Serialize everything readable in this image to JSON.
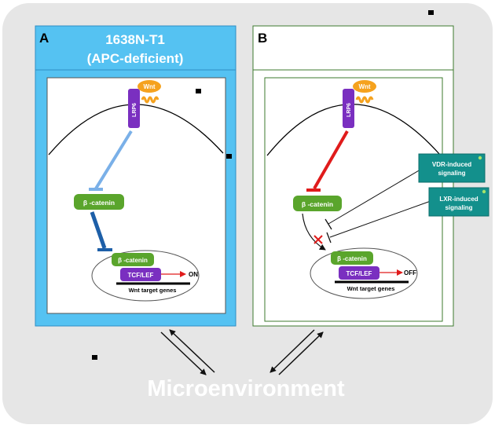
{
  "panels": {
    "a": {
      "letter": "A",
      "title_line1": "1638N-T1",
      "title_line2": "(APC-deficient)",
      "wnt_label": "Wnt",
      "lrp6_label": "LRP6",
      "beta_catenin_label": "β -catenin",
      "nucleus_beta_catenin_label": "β -catenin",
      "tcf_lef_label": "TCF/LEF",
      "state_label": "ON",
      "target_genes_label": "Wnt target genes"
    },
    "b": {
      "letter": "B",
      "wnt_label": "Wnt",
      "lrp6_label": "LRP6",
      "beta_catenin_label": "β -catenin",
      "nucleus_beta_catenin_label": "β -catenin",
      "tcf_lef_label": "TCF/LEF",
      "state_label": "OFF",
      "target_genes_label": "Wnt target genes",
      "vdr_line1": "VDR-induced",
      "vdr_line2": "signaling",
      "lxr_line1": "LXR-induced",
      "lxr_line2": "signaling"
    }
  },
  "footer": {
    "microenvironment_label": "Microenvironment"
  },
  "colors": {
    "background": "#e6e6e6",
    "panel_a_fill": "#55c2f2",
    "green_box": "#5aa52c",
    "purple": "#7a2fc0",
    "wnt_orange": "#f5a21e",
    "teal_box": "#13908c",
    "red": "#e01b1b",
    "light_blue": "#7ab0e8",
    "dark_blue": "#1d5fa8"
  },
  "icons": [
    "wnt-receptor-icon",
    "inhibition-arrow-icon",
    "activation-arrow-icon",
    "blocked-x-icon",
    "bidirectional-arrow-icon"
  ]
}
